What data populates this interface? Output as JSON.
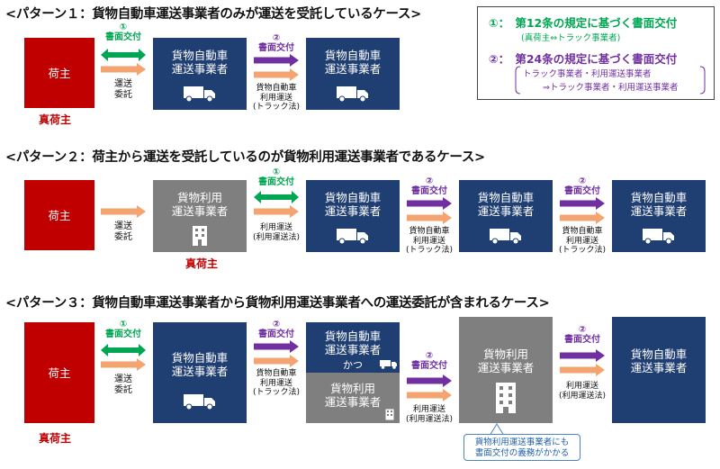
{
  "colors": {
    "red": "#c00000",
    "navy": "#1f3e72",
    "gray": "#7f7f7f",
    "green": "#00a651",
    "purple": "#7030a0",
    "orange": "#f4a470"
  },
  "legend": {
    "item1_marker": "①",
    "item1_title": "：　第12条の規定に基づく書面交付",
    "item1_sub": "(真荷主⇔トラック事業者)",
    "item2_marker": "②",
    "item2_title": "：　第24条の規定に基づく書面交付",
    "item2_sub1": "トラック事業者・利用運送事業者",
    "item2_sub2": "⇒トラック事業者・利用運送事業者"
  },
  "p1": {
    "title": "<パターン１：貨物自動車運送事業者のみが運送を受託しているケース>",
    "shipper_box": "荷主",
    "true_shipper": "真荷主",
    "mark1": "①",
    "doc1": "書面交付",
    "consign1": "運送",
    "consign2": "委託",
    "truck1_line1": "貨物自動車",
    "truck1_line2": "運送事業者",
    "mark2": "②",
    "doc2": "書面交付",
    "law_line1": "貨物自動車",
    "law_line2": "利用運送",
    "law_line3": "(トラック法)",
    "truck2_line1": "貨物自動車",
    "truck2_line2": "運送事業者"
  },
  "p2": {
    "title": "<パターン２：荷主から運送を受託しているのが貨物利用運送事業者であるケース>",
    "shipper_box": "荷主",
    "consign1": "運送",
    "consign2": "委託",
    "forwarder_line1": "貨物利用",
    "forwarder_line2": "運送事業者",
    "true_shipper": "真荷主",
    "mark1": "①",
    "doc1": "書面交付",
    "law1_line1": "利用運送",
    "law1_line2": "(利用運送法)",
    "truck1_line1": "貨物自動車",
    "truck1_line2": "運送事業者",
    "mark2": "②",
    "doc2": "書面交付",
    "law2_line1": "貨物自動車",
    "law2_line2": "利用運送",
    "law2_line3": "(トラック法)",
    "truck2_line1": "貨物自動車",
    "truck2_line2": "運送事業者",
    "mark3": "②",
    "doc3": "書面交付",
    "law3_line1": "貨物自動車",
    "law3_line2": "利用運送",
    "law3_line3": "(トラック法)",
    "truck3_line1": "貨物自動車",
    "truck3_line2": "運送事業者"
  },
  "p3": {
    "title": "<パターン３：貨物自動車運送事業者から貨物利用運送事業者への運送委託が含まれるケース>",
    "shipper_box": "荷主",
    "true_shipper": "真荷主",
    "mark1": "①",
    "doc1": "書面交付",
    "consign1": "運送",
    "consign2": "委託",
    "truck1_line1": "貨物自動車",
    "truck1_line2": "運送事業者",
    "mark2": "②",
    "doc2": "書面交付",
    "law2_line1": "貨物自動車",
    "law2_line2": "利用運送",
    "law2_line3": "(トラック法)",
    "dual_top1": "貨物自動車",
    "dual_top2": "運送事業者",
    "dual_and": "かつ",
    "dual_bot1": "貨物利用",
    "dual_bot2": "運送事業者",
    "mark3": "②",
    "doc3": "書面交付",
    "law3_line1": "利用運送",
    "law3_line2": "(利用運送法)",
    "forwarder_line1": "貨物利用",
    "forwarder_line2": "運送事業者",
    "mark4": "②",
    "doc4": "書面交付",
    "law4_line1": "利用運送",
    "law4_line2": "(利用運送法)",
    "truck2_line1": "貨物自動車",
    "truck2_line2": "運送事業者",
    "note_line1": "貨物利用運送事業者にも",
    "note_line2": "書面交付の義務がかかる"
  }
}
